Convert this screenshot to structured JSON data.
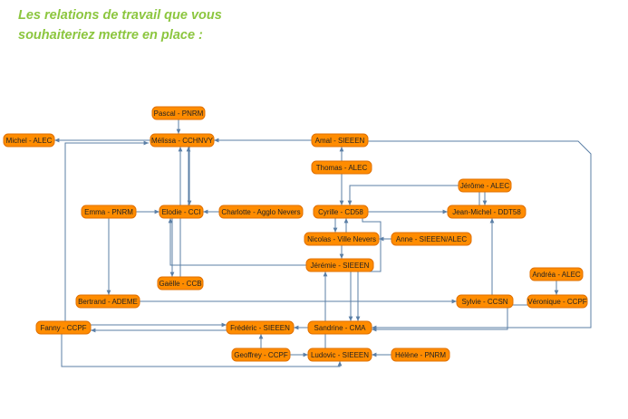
{
  "title": "Les relations de travail que vous souhaiteriez mettre en place :",
  "colors": {
    "node_fill": "#ff8c00",
    "node_border": "#e07000",
    "edge": "#5b7fa6",
    "title": "#8cc63f"
  },
  "nodes": [
    {
      "id": "pascal",
      "label": "Pascal - PNRM"
    },
    {
      "id": "michel",
      "label": "Michel - ALEC"
    },
    {
      "id": "melissa",
      "label": "Mélissa - CCHNVY"
    },
    {
      "id": "amal",
      "label": "Amal - SIEEEN"
    },
    {
      "id": "thomas",
      "label": "Thomas - ALEC"
    },
    {
      "id": "jerome",
      "label": "Jérôme - ALEC"
    },
    {
      "id": "emma",
      "label": "Emma - PNRM"
    },
    {
      "id": "elodie",
      "label": "Elodie - CCI"
    },
    {
      "id": "charlotte",
      "label": "Charlotte - Agglo Nevers"
    },
    {
      "id": "cyrille",
      "label": "Cyrille - CD58"
    },
    {
      "id": "jeanmichel",
      "label": "Jean-Michel - DDT58"
    },
    {
      "id": "nicolas",
      "label": "Nicolas - Ville Nevers"
    },
    {
      "id": "anne",
      "label": "Anne - SIEEEN/ALEC"
    },
    {
      "id": "jeremie",
      "label": "Jérémie - SIEEEN"
    },
    {
      "id": "gaelle",
      "label": "Gaëlle - CCB"
    },
    {
      "id": "andrea",
      "label": "Andréa - ALEC"
    },
    {
      "id": "bertrand",
      "label": "Bertrand - ADEME"
    },
    {
      "id": "sylvie",
      "label": "Sylvie - CCSN"
    },
    {
      "id": "veronique",
      "label": "Véronique - CCPF"
    },
    {
      "id": "fanny",
      "label": "Fanny - CCPF"
    },
    {
      "id": "frederic",
      "label": "Frédéric - SIEEEN"
    },
    {
      "id": "sandrine",
      "label": "Sandrine - CMA"
    },
    {
      "id": "geoffrey",
      "label": "Geoffrey - CCPF"
    },
    {
      "id": "ludovic",
      "label": "Ludovic - SIEEEN"
    },
    {
      "id": "helene",
      "label": "Hélène - PNRM"
    }
  ],
  "edges": [
    {
      "from": "pascal",
      "to": "melissa"
    },
    {
      "from": "melissa",
      "to": "michel"
    },
    {
      "from": "amal",
      "to": "melissa"
    },
    {
      "from": "thomas",
      "to": "amal"
    },
    {
      "from": "thomas",
      "to": "cyrille"
    },
    {
      "from": "jerome",
      "to": "jeanmichel"
    },
    {
      "from": "jeanmichel",
      "to": "cyrille"
    },
    {
      "from": "emma",
      "to": "elodie"
    },
    {
      "from": "emma",
      "to": "bertrand"
    },
    {
      "from": "elodie",
      "to": "melissa"
    },
    {
      "from": "melissa",
      "to": "elodie"
    },
    {
      "from": "elodie",
      "to": "gaelle"
    },
    {
      "from": "charlotte",
      "to": "elodie"
    },
    {
      "from": "cyrille",
      "to": "jeanmichel"
    },
    {
      "from": "cyrille",
      "to": "nicolas"
    },
    {
      "from": "nicolas",
      "to": "cyrille"
    },
    {
      "from": "anne",
      "to": "nicolas"
    },
    {
      "from": "nicolas",
      "to": "jeremie"
    },
    {
      "from": "jeremie",
      "to": "elodie"
    },
    {
      "from": "jeremie",
      "to": "sandrine"
    },
    {
      "from": "gaelle",
      "to": "melissa"
    },
    {
      "from": "andrea",
      "to": "veronique"
    },
    {
      "from": "bertrand",
      "to": "sylvie"
    },
    {
      "from": "sylvie",
      "to": "jeanmichel"
    },
    {
      "from": "veronique",
      "to": "sandrine"
    },
    {
      "from": "fanny",
      "to": "frederic"
    },
    {
      "from": "fanny",
      "to": "melissa"
    },
    {
      "from": "fanny",
      "to": "ludovic"
    },
    {
      "from": "frederic",
      "to": "fanny"
    },
    {
      "from": "sandrine",
      "to": "frederic"
    },
    {
      "from": "geoffrey",
      "to": "frederic"
    },
    {
      "from": "geoffrey",
      "to": "ludovic"
    },
    {
      "from": "helene",
      "to": "ludovic"
    },
    {
      "from": "ludovic",
      "to": "jeremie"
    },
    {
      "from": "cyrille",
      "to": "sandrine"
    },
    {
      "from": "amal",
      "to": "sandrine"
    }
  ]
}
